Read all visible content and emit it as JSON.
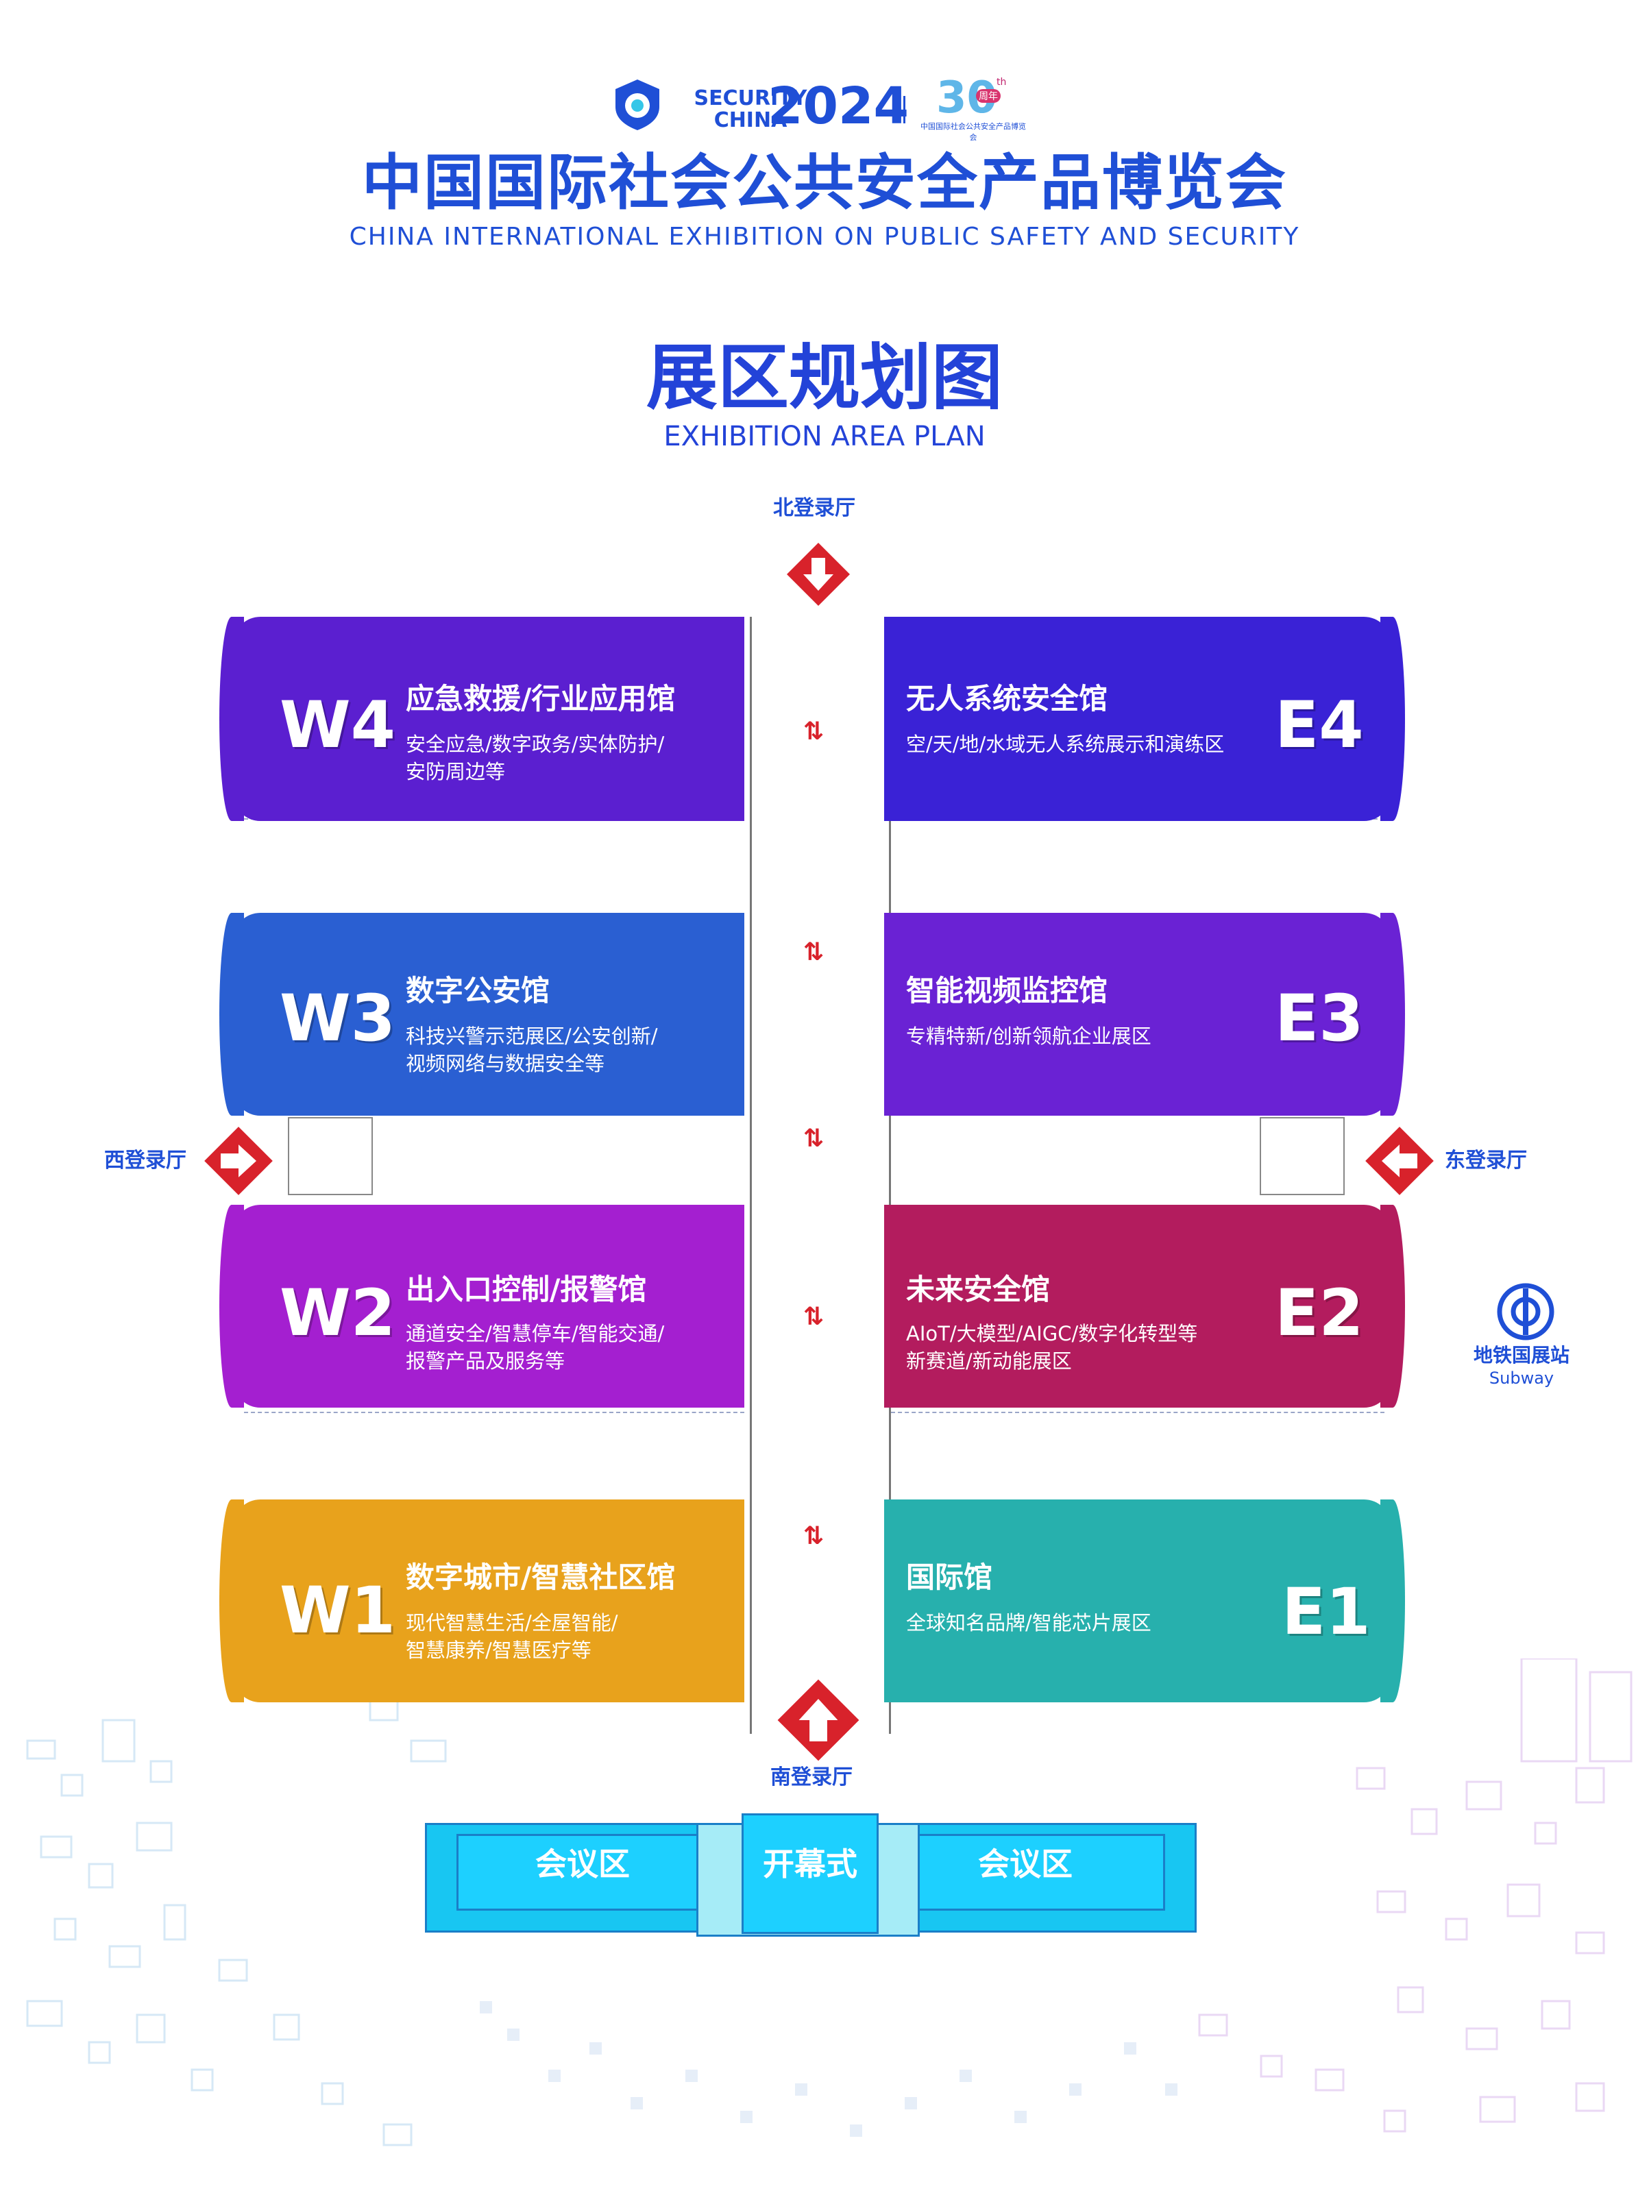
{
  "header": {
    "brand_text": "SECURITY CHINA",
    "brand_year": "2024",
    "anniversary_number": "30",
    "anniversary_suffix": "th",
    "anniversary_badge": "周年",
    "anniversary_caption": "中国国际社会公共安全产品博览会",
    "title_cn": "中国国际社会公共安全产品博览会",
    "title_en": "CHINA INTERNATIONAL EXHIBITION ON PUBLIC SAFETY AND SECURITY",
    "plan_cn": "展区规划图",
    "plan_en": "EXHIBITION AREA PLAN"
  },
  "entrances": {
    "north": "北登录厅",
    "south": "南登录厅",
    "west": "西登录厅",
    "east": "东登录厅"
  },
  "halls": {
    "w4": {
      "code": "W4",
      "name": "应急救援/行业应用馆",
      "desc1": "安全应急/数字政务/实体防护/",
      "desc2": "安防周边等",
      "color": "#5b1fd0"
    },
    "w3": {
      "code": "W3",
      "name": "数字公安馆",
      "desc1": "科技兴警示范展区/公安创新/",
      "desc2": "视频网络与数据安全等",
      "color": "#2a5fd2"
    },
    "w2": {
      "code": "W2",
      "name": "出入口控制/报警馆",
      "desc1": "通道安全/智慧停车/智能交通/",
      "desc2": "报警产品及服务等",
      "color": "#a41fd0"
    },
    "w1": {
      "code": "W1",
      "name": "数字城市/智慧社区馆",
      "desc1": "现代智慧生活/全屋智能/",
      "desc2": "智慧康养/智慧医疗等",
      "color": "#e8a21c"
    },
    "e4": {
      "code": "E4",
      "name": "无人系统安全馆",
      "desc1": "空/天/地/水域无人系统展示和演练区",
      "desc2": "",
      "color": "#3a22d6"
    },
    "e3": {
      "code": "E3",
      "name": "智能视频监控馆",
      "desc1": "专精特新/创新领航企业展区",
      "desc2": "",
      "color": "#6a22d4"
    },
    "e2": {
      "code": "E2",
      "name": "未来安全馆",
      "desc1": "AIoT/大模型/AIGC/数字化转型等",
      "desc2": "新赛道/新动能展区",
      "color": "#b31c5e"
    },
    "e1": {
      "code": "E1",
      "name": "国际馆",
      "desc1": "全球知名品牌/智能芯片展区",
      "desc2": "",
      "color": "#27b0ad"
    }
  },
  "subway": {
    "cn": "地铁国展站",
    "en": "Subway",
    "color": "#1f4fd6"
  },
  "conference": {
    "left": "会议区",
    "center": "开幕式",
    "right": "会议区"
  },
  "colors": {
    "accent": "#1f4fd6",
    "entrance_red": "#d8222b",
    "conference": "#18c6f2"
  }
}
